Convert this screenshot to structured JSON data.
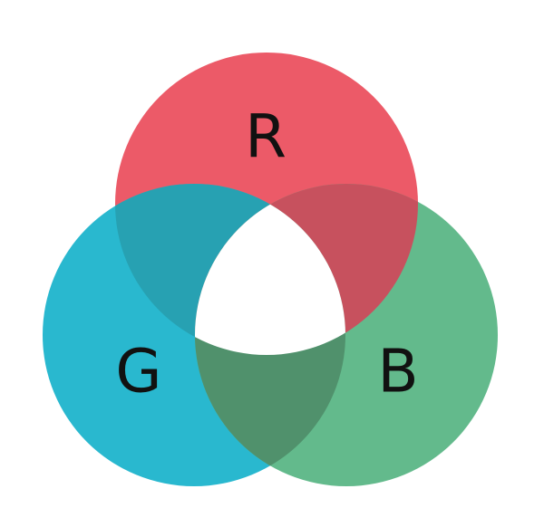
{
  "diagram": {
    "circles": [
      {
        "id": "red",
        "label": "R",
        "color": "#ec5a68"
      },
      {
        "id": "green",
        "label": "G",
        "color": "#29b8cf"
      },
      {
        "id": "blue",
        "label": "B",
        "color": "#63ba8c"
      }
    ],
    "overlaps": {
      "red_green": "#27a1b2",
      "red_blue": "#c7515e",
      "green_blue": "#50916c",
      "center": "#ffffff"
    }
  }
}
